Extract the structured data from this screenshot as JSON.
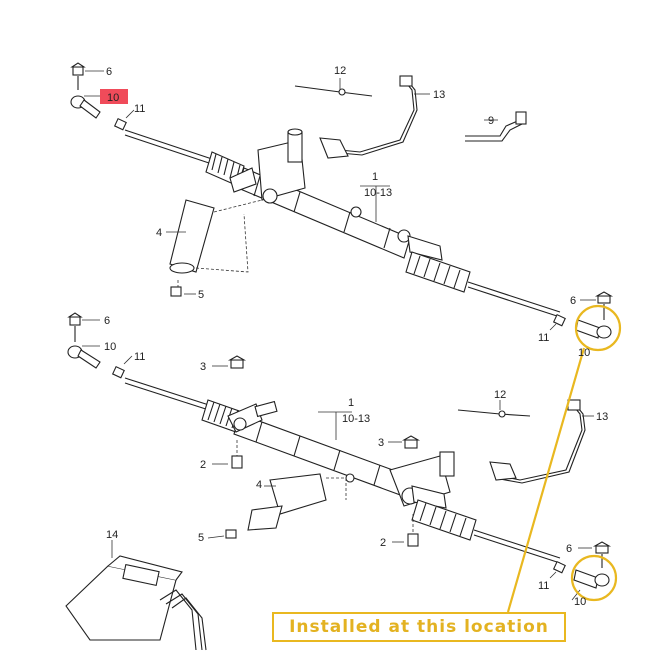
{
  "diagram": {
    "highlight_color": "#f04b5a",
    "callout_color": "#e9b820",
    "upper_assembly": {
      "labels": {
        "p6": "6",
        "p10": "10",
        "p11": "11",
        "p12": "12",
        "p13": "13",
        "p9": "9",
        "p1": "1",
        "p1_range": "10-13",
        "p4": "4",
        "p5": "5",
        "p6r": "6",
        "p11r": "11",
        "p10r": "10"
      }
    },
    "lower_assembly": {
      "labels": {
        "p6": "6",
        "p10": "10",
        "p11": "11",
        "p3a": "3",
        "p1": "1",
        "p1_range": "10-13",
        "p12": "12",
        "p13": "13",
        "p3b": "3",
        "p2a": "2",
        "p4": "4",
        "p5": "5",
        "p2b": "2",
        "p14": "14",
        "p6r": "6",
        "p11r": "11",
        "p10r": "10"
      }
    },
    "callout": {
      "text": "Installed at this location"
    }
  }
}
